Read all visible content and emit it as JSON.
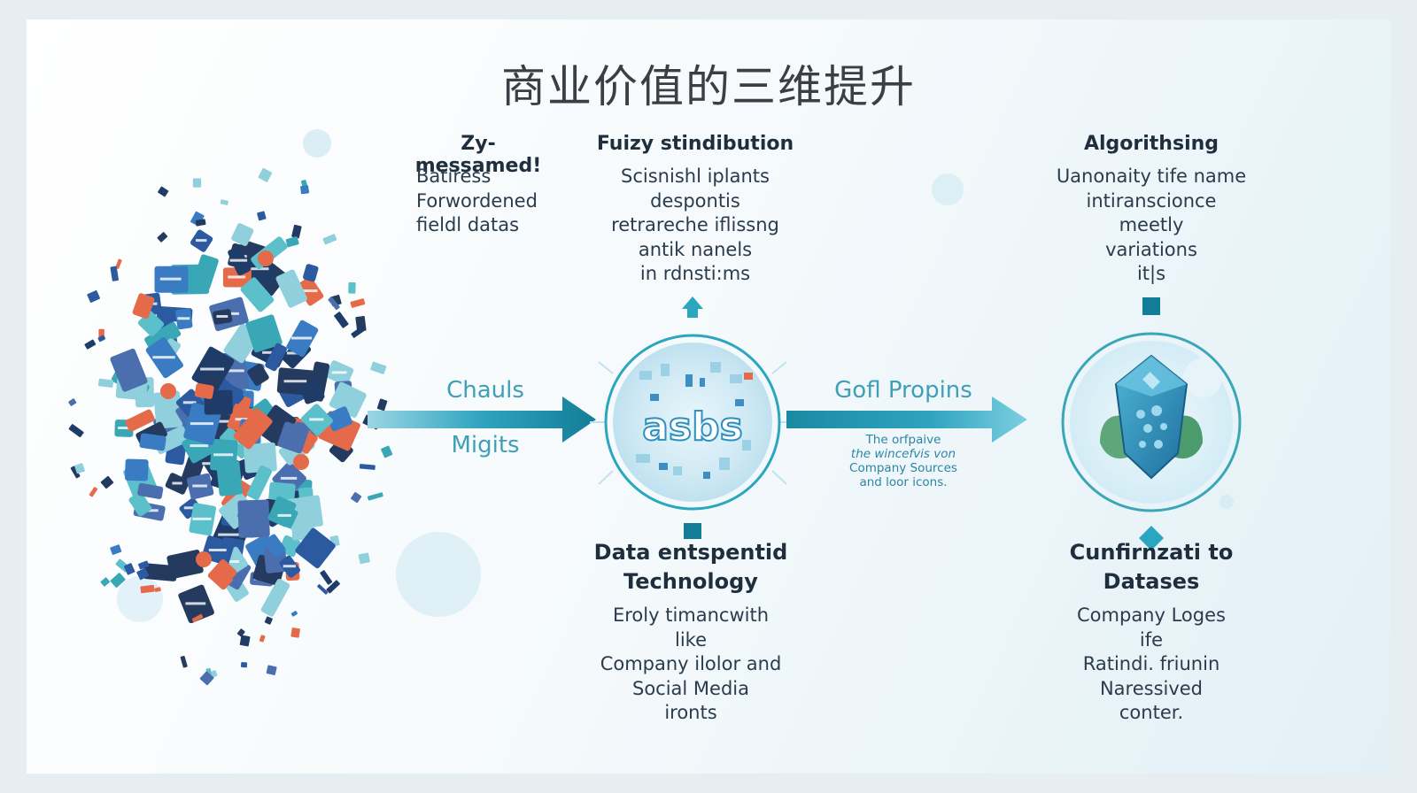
{
  "title": "商业价值的三维提升",
  "col1": {
    "heading": "Zy-messamed!",
    "lines": [
      "Batiress",
      "Forwordened",
      "fieldl datas"
    ]
  },
  "col2_top": {
    "heading": "Fuizy stindibution",
    "lines": [
      "Scisnishl iplants",
      "despontis",
      "retrareche iflissng",
      "antik nanels",
      "in rdnsti:ms"
    ]
  },
  "col3_top": {
    "heading": "Algorithsing",
    "lines": [
      "Uanonaity tife name",
      "intiranscionce",
      "meetly",
      "variations",
      "it|s"
    ]
  },
  "col2_bottom": {
    "heading_lines": [
      "Data entspentid",
      "Technology"
    ],
    "lines": [
      "Eroly timancwith",
      "like",
      "Company ilolor and",
      "Social Media",
      "ironts"
    ]
  },
  "col3_bottom": {
    "heading_lines": [
      "Cunfirnzati to",
      "Datases"
    ],
    "lines": [
      "Company Loges",
      "ife",
      "Ratindi. friunin",
      "Naressived",
      "conter."
    ]
  },
  "arrow1": {
    "label_top": "Chauls",
    "label_bottom": "Migits"
  },
  "arrow2": {
    "label_top": "Gofl Propins",
    "note_lines": [
      "The orfpaive",
      "the wincefvis von",
      "Company Sources",
      "and loor icons."
    ]
  },
  "circle_center": {
    "text": "asbs",
    "icon": "data-globe-icon"
  },
  "circle_right": {
    "icon": "crystal-gem-icon"
  },
  "colors": {
    "accent": "#2aa6bf",
    "arrow_dark": "#137d97",
    "navy": "#1f3c68",
    "teal": "#3aa7b6"
  }
}
